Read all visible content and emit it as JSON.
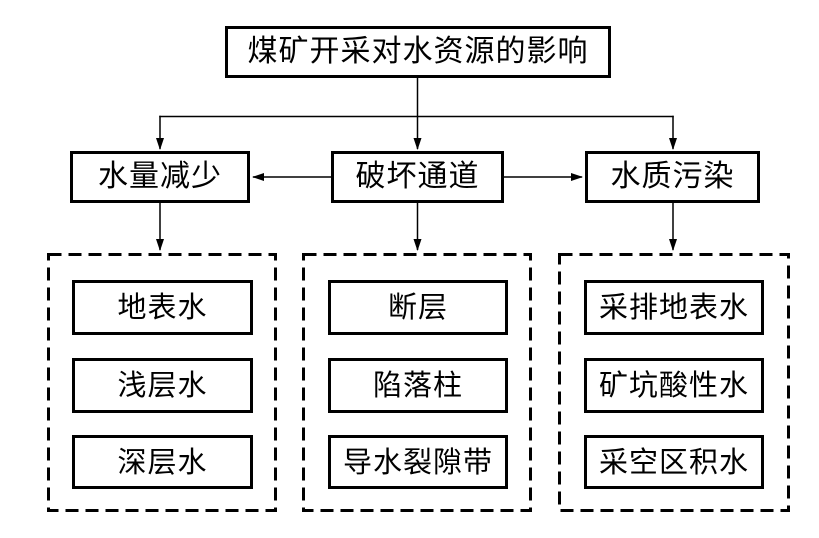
{
  "figure": {
    "title": "煤矿开采对水资源的影响",
    "level2": [
      {
        "label": "水量减少"
      },
      {
        "label": "破坏通道"
      },
      {
        "label": "水质污染"
      }
    ],
    "groups": [
      {
        "parent": "水量减少",
        "items": [
          {
            "label": "地表水"
          },
          {
            "label": "浅层水"
          },
          {
            "label": "深层水"
          }
        ]
      },
      {
        "parent": "破坏通道",
        "items": [
          {
            "label": "断层"
          },
          {
            "label": "陷落柱"
          },
          {
            "label": "导水裂隙带"
          }
        ]
      },
      {
        "parent": "水质污染",
        "items": [
          {
            "label": "采排地表水"
          },
          {
            "label": "矿坑酸性水"
          },
          {
            "label": "采空区积水"
          }
        ]
      }
    ],
    "colors": {
      "line": "#000000",
      "text": "#000000",
      "background": "#ffffff"
    }
  }
}
